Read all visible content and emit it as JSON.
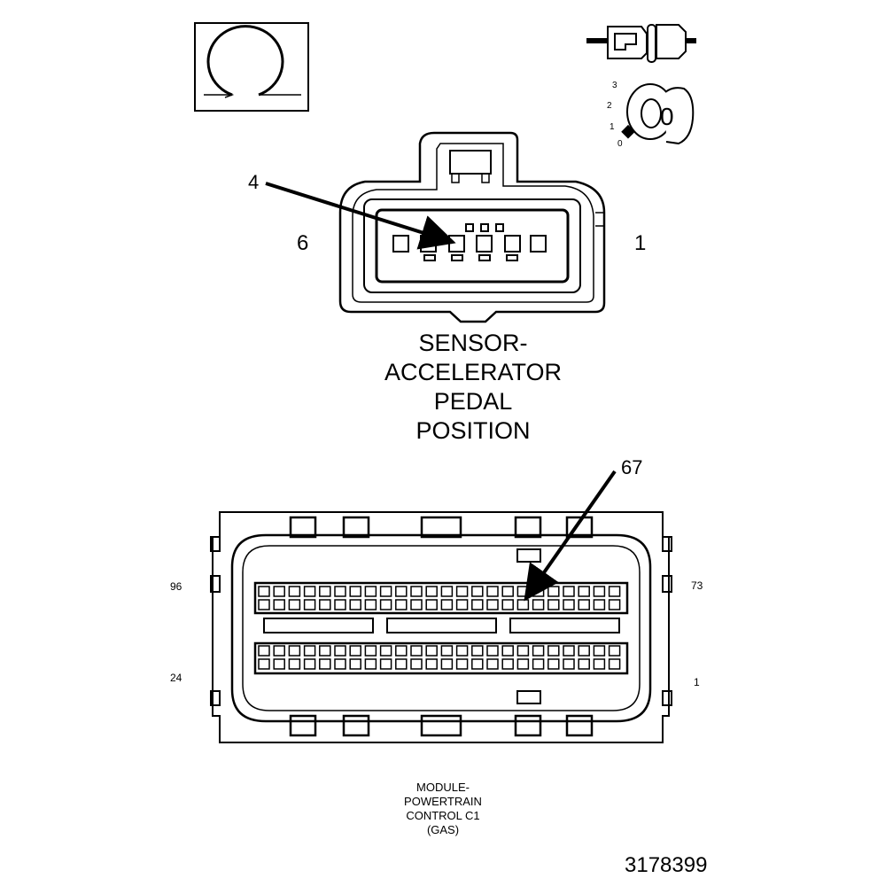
{
  "sensor_connector": {
    "pin_callout": "4",
    "left_pin": "6",
    "right_pin": "1",
    "title_lines": [
      "SENSOR-",
      "ACCELERATOR",
      "PEDAL",
      "POSITION"
    ]
  },
  "position_dial": {
    "scale": [
      "3",
      "2",
      "1",
      "0"
    ],
    "knob_value": "0"
  },
  "pcm_connector": {
    "pin_callout": "67",
    "top_left_pin": "96",
    "top_right_pin": "73",
    "bottom_left_pin": "24",
    "bottom_right_pin": "1",
    "title_lines": [
      "MODULE-",
      "POWERTRAIN",
      "CONTROL C1",
      "(GAS)"
    ]
  },
  "figure_number": "3178399"
}
